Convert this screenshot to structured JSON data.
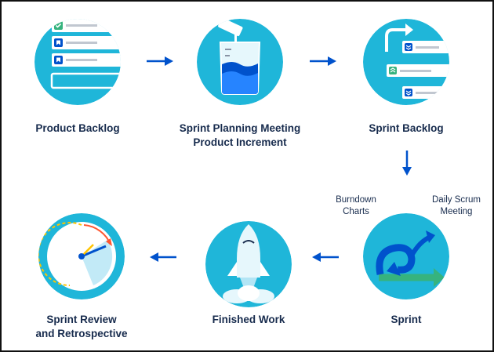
{
  "stages": {
    "product_backlog": "Product Backlog",
    "sprint_planning_line1": "Sprint Planning Meeting",
    "sprint_planning_line2": "Product Increment",
    "sprint_backlog": "Sprint Backlog",
    "sprint": "Sprint",
    "finished_work": "Finished Work",
    "review_line1": "Sprint Review",
    "review_line2": "and Retrospective"
  },
  "annotations": {
    "burndown_line1": "Burndown",
    "burndown_line2": "Charts",
    "daily_line1": "Daily Scrum",
    "daily_line2": "Meeting"
  },
  "colors": {
    "circle": "#1fb6d9",
    "arrow": "#0052cc",
    "text": "#172b4d",
    "accent_green": "#36b37e",
    "accent_orange": "#ff8b00"
  },
  "icons": [
    "backlog-list-icon",
    "beaker-icon",
    "sprint-backlog-icon",
    "sprint-loop-icon",
    "rocket-icon",
    "clock-icon"
  ]
}
